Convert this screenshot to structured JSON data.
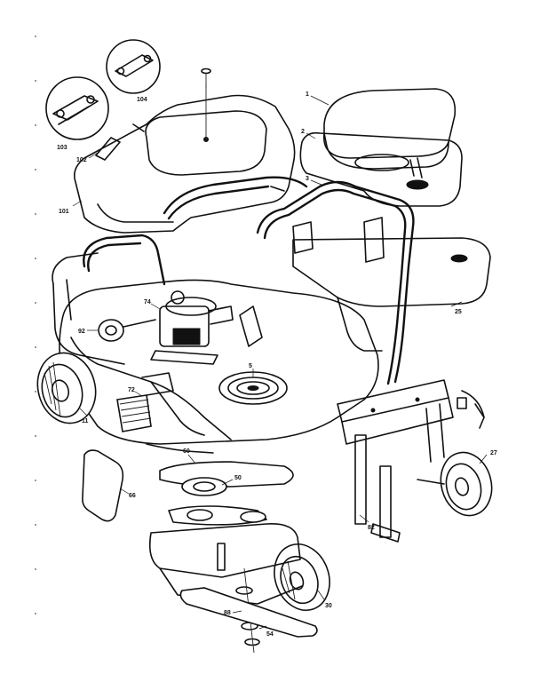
{
  "diagram": {
    "callouts": [
      {
        "id": "seat",
        "label": "1"
      },
      {
        "id": "seat-base",
        "label": "2"
      },
      {
        "id": "fender",
        "label": "3"
      },
      {
        "id": "deck",
        "label": "5"
      },
      {
        "id": "tire-left",
        "label": "11"
      },
      {
        "id": "right-fender",
        "label": "25"
      },
      {
        "id": "wheel-right",
        "label": "27"
      },
      {
        "id": "wheel-front",
        "label": "30"
      },
      {
        "id": "pulley",
        "label": "50"
      },
      {
        "id": "blade",
        "label": "54"
      },
      {
        "id": "mount",
        "label": "60"
      },
      {
        "id": "cover-plate",
        "label": "66"
      },
      {
        "id": "bracket",
        "label": "72"
      },
      {
        "id": "engine",
        "label": "74"
      },
      {
        "id": "axle",
        "label": "82"
      },
      {
        "id": "spindle",
        "label": "88"
      },
      {
        "id": "muffler",
        "label": "92"
      },
      {
        "id": "dash",
        "label": "101"
      },
      {
        "id": "pin",
        "label": "102"
      },
      {
        "id": "link-kit",
        "label": "103"
      },
      {
        "id": "link-kit-b",
        "label": "104"
      }
    ]
  }
}
